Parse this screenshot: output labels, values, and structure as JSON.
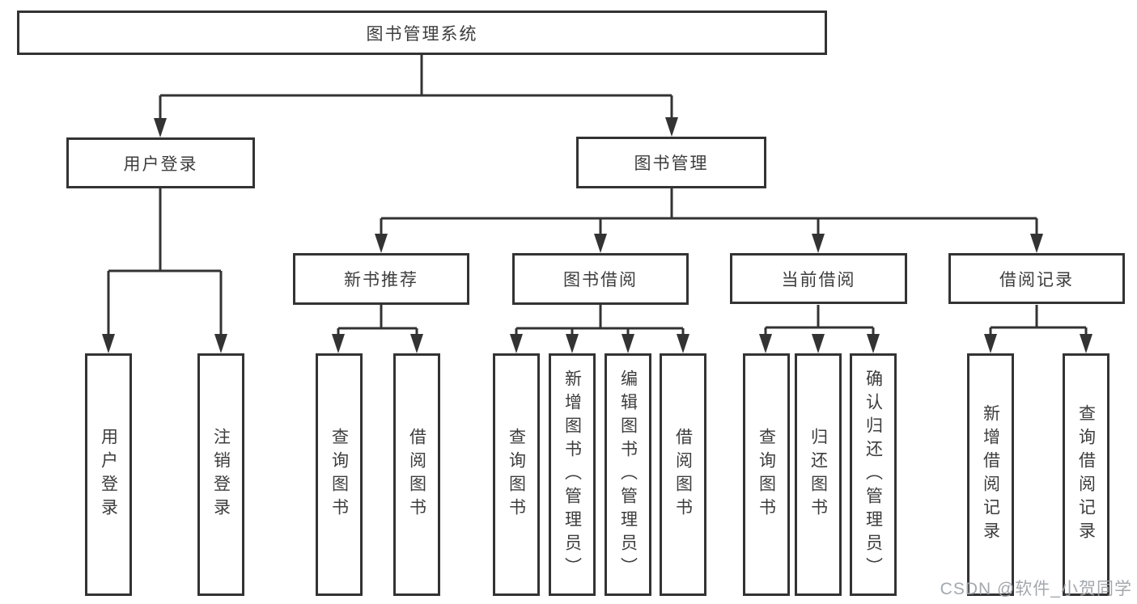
{
  "diagram": {
    "title": "图书管理系统",
    "root": {
      "label": "图书管理系统"
    },
    "level2": [
      {
        "label": "用户登录"
      },
      {
        "label": "图书管理"
      }
    ],
    "level3": [
      {
        "label": "新书推荐"
      },
      {
        "label": "图书借阅"
      },
      {
        "label": "当前借阅"
      },
      {
        "label": "借阅记录"
      }
    ],
    "leaves": {
      "login": [
        {
          "label": "用户登录"
        },
        {
          "label": "注销登录"
        }
      ],
      "recommend": [
        {
          "label": "查询图书"
        },
        {
          "label": "借阅图书"
        }
      ],
      "borrow": [
        {
          "label": "查询图书"
        },
        {
          "label": "新增图书（管理员）"
        },
        {
          "label": "编辑图书（管理员）"
        },
        {
          "label": "借阅图书"
        }
      ],
      "current": [
        {
          "label": "查询图书"
        },
        {
          "label": "归还图书"
        },
        {
          "label": "确认归还（管理员）"
        }
      ],
      "records": [
        {
          "label": "新增借阅记录"
        },
        {
          "label": "查询借阅记录"
        }
      ]
    }
  },
  "watermark": {
    "text": "CSDN @软件_小贺同学"
  },
  "colors": {
    "line": "#333333",
    "text": "#3d3d3d",
    "box_fill": "#ffffff",
    "watermark": "#9ea3a9",
    "background": "#ffffff"
  }
}
